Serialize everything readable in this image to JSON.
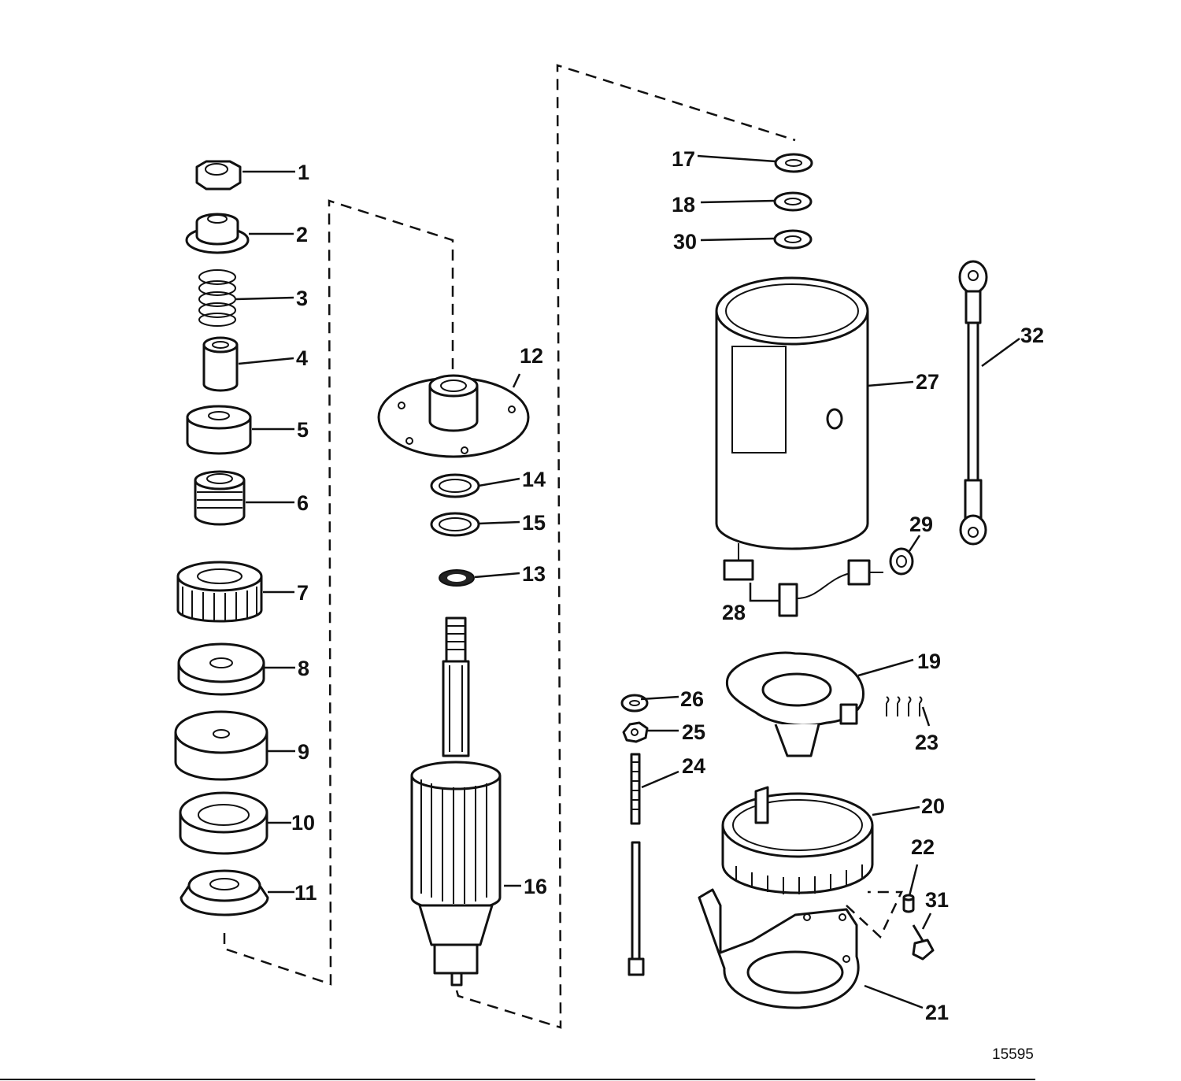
{
  "callouts": {
    "c1": "1",
    "c2": "2",
    "c3": "3",
    "c4": "4",
    "c5": "5",
    "c6": "6",
    "c7": "7",
    "c8": "8",
    "c9": "9",
    "c10": "10",
    "c11": "11",
    "c12": "12",
    "c13": "13",
    "c14": "14",
    "c15": "15",
    "c16": "16",
    "c17": "17",
    "c18": "18",
    "c19": "19",
    "c20": "20",
    "c21": "21",
    "c22": "22",
    "c23": "23",
    "c24": "24",
    "c25": "25",
    "c26": "26",
    "c27": "27",
    "c28": "28",
    "c29": "29",
    "c30": "30",
    "c31": "31",
    "c32": "32"
  },
  "figure_id": "15595"
}
